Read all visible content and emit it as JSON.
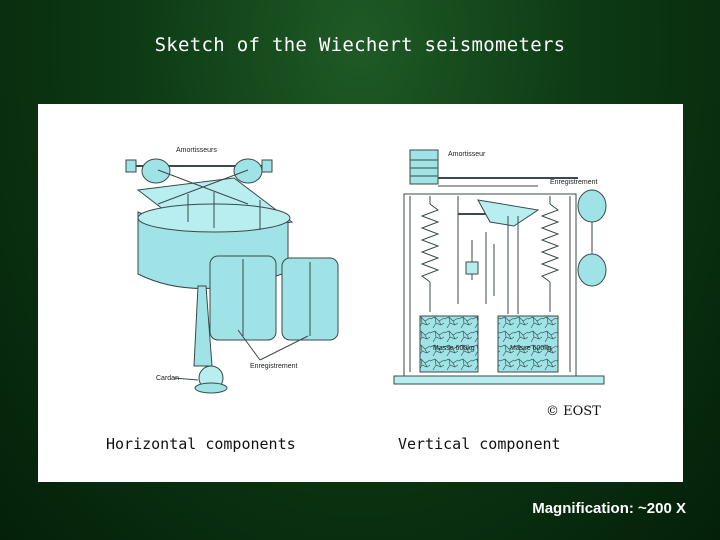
{
  "slide": {
    "title": "Sketch of the Wiechert seismometers",
    "magnification": "Magnification: ~200 X"
  },
  "figure": {
    "horizontal_caption": "Horizontal components",
    "vertical_caption": "Vertical component",
    "copyright": "© EOST",
    "horizontal_labels": {
      "dampers": "Amortisseurs",
      "recording": "Enregistrement",
      "gimbal": "Cardan"
    },
    "vertical_labels": {
      "damper": "Amortisseur",
      "recording": "Enregistrement",
      "mass_left": "Masse 600kg",
      "mass_right": "Masse 600kg"
    }
  },
  "colors": {
    "instrument": "#9fe3e6",
    "outline": "#3a4a4a",
    "background": "#0d3a14"
  }
}
